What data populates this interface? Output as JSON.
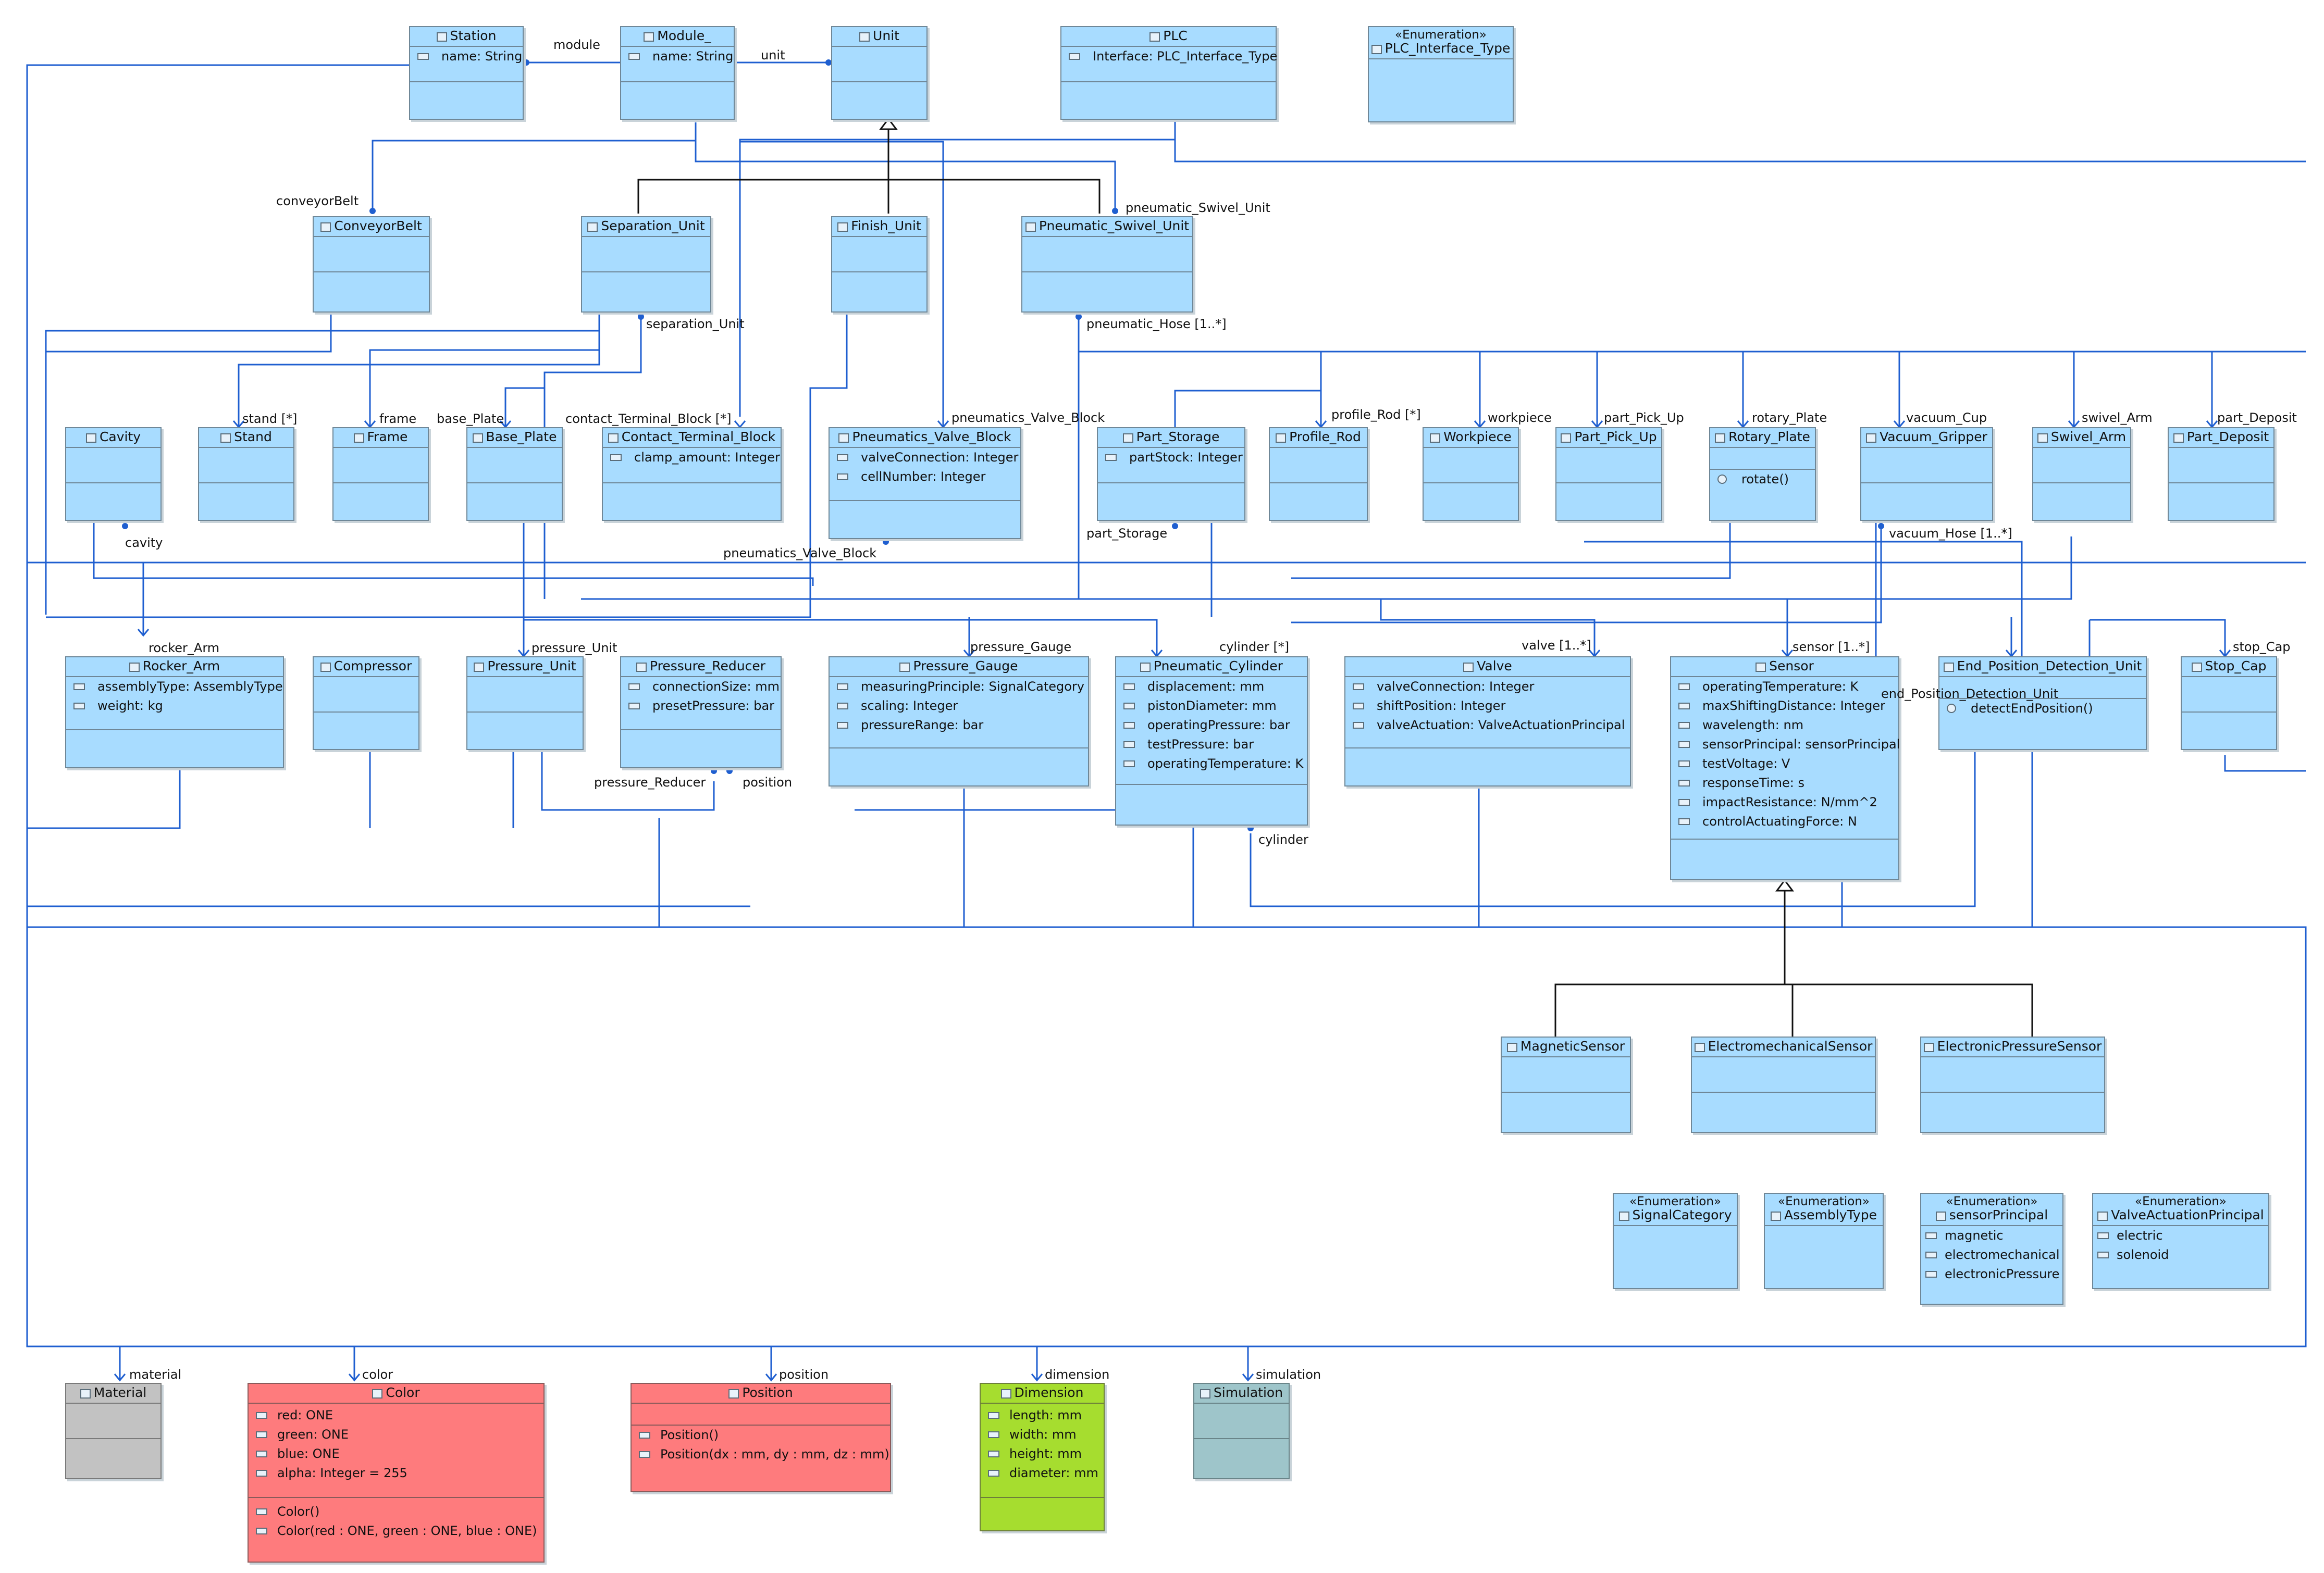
{
  "classes": {
    "station": {
      "name": "Station",
      "attrs": [
        "name: String"
      ]
    },
    "module": {
      "name": "Module_",
      "attrs": [
        "name: String"
      ]
    },
    "unit": {
      "name": "Unit"
    },
    "plc": {
      "name": "PLC",
      "attrs": [
        "Interface: PLC_Interface_Type"
      ]
    },
    "plc_interface_type": {
      "stereotype": "«Enumeration»",
      "name": "PLC_Interface_Type"
    },
    "conveyorbelt": {
      "name": "ConveyorBelt"
    },
    "separation_unit": {
      "name": "Separation_Unit"
    },
    "finish_unit": {
      "name": "Finish_Unit"
    },
    "pneumatic_swivel_unit": {
      "name": "Pneumatic_Swivel_Unit"
    },
    "cavity": {
      "name": "Cavity"
    },
    "stand": {
      "name": "Stand"
    },
    "frame": {
      "name": "Frame"
    },
    "base_plate": {
      "name": "Base_Plate"
    },
    "contact_terminal_block": {
      "name": "Contact_Terminal_Block",
      "attrs": [
        "clamp_amount: Integer"
      ]
    },
    "pneumatics_valve_block": {
      "name": "Pneumatics_Valve_Block",
      "attrs": [
        "valveConnection: Integer",
        "cellNumber: Integer"
      ]
    },
    "part_storage": {
      "name": "Part_Storage",
      "attrs": [
        "partStock: Integer"
      ]
    },
    "profile_rod": {
      "name": "Profile_Rod"
    },
    "workpiece": {
      "name": "Workpiece"
    },
    "part_pick_up": {
      "name": "Part_Pick_Up"
    },
    "rotary_plate": {
      "name": "Rotary_Plate",
      "ops": [
        "rotate()"
      ]
    },
    "vacuum_gripper": {
      "name": "Vacuum_Gripper"
    },
    "swivel_arm": {
      "name": "Swivel_Arm"
    },
    "part_deposit": {
      "name": "Part_Deposit"
    },
    "rocker_arm": {
      "name": "Rocker_Arm",
      "attrs": [
        "assemblyType: AssemblyType",
        "weight: kg"
      ]
    },
    "compressor": {
      "name": "Compressor"
    },
    "pressure_unit": {
      "name": "Pressure_Unit"
    },
    "pressure_reducer": {
      "name": "Pressure_Reducer",
      "attrs": [
        "connectionSize: mm",
        "presetPressure: bar"
      ]
    },
    "pressure_gauge": {
      "name": "Pressure_Gauge",
      "attrs": [
        "measuringPrinciple: SignalCategory",
        "scaling: Integer",
        "pressureRange: bar"
      ]
    },
    "pneumatic_cylinder": {
      "name": "Pneumatic_Cylinder",
      "attrs": [
        "displacement: mm",
        "pistonDiameter: mm",
        "operatingPressure: bar",
        "testPressure: bar",
        "operatingTemperature: K"
      ]
    },
    "valve": {
      "name": "Valve",
      "attrs": [
        "valveConnection: Integer",
        "shiftPosition: Integer",
        "valveActuation: ValveActuationPrincipal"
      ]
    },
    "sensor": {
      "name": "Sensor",
      "attrs": [
        "operatingTemperature: K",
        "maxShiftingDistance: Integer",
        "wavelength: nm",
        "sensorPrincipal: sensorPrincipal",
        "testVoltage: V",
        "responseTime: s",
        "impactResistance: N/mm^2",
        "controlActuatingForce: N"
      ]
    },
    "end_position_detection_unit": {
      "name": "End_Position_Detection_Unit",
      "ops": [
        "detectEndPosition()"
      ]
    },
    "stop_cap": {
      "name": "Stop_Cap"
    },
    "magneticsensor": {
      "name": "MagneticSensor"
    },
    "electromechanicalsensor": {
      "name": "ElectromechanicalSensor"
    },
    "electronicpressuresensor": {
      "name": "ElectronicPressureSensor"
    },
    "signalcategory": {
      "stereotype": "«Enumeration»",
      "name": "SignalCategory"
    },
    "assemblytype": {
      "stereotype": "«Enumeration»",
      "name": "AssemblyType"
    },
    "sensorprincipal": {
      "stereotype": "«Enumeration»",
      "name": "sensorPrincipal",
      "literals": [
        "magnetic",
        "electromechanical",
        "electronicPressure"
      ]
    },
    "valveactuationprincipal": {
      "stereotype": "«Enumeration»",
      "name": "ValveActuationPrincipal",
      "literals": [
        "electric",
        "solenoid"
      ]
    },
    "material": {
      "name": "Material"
    },
    "color": {
      "name": "Color",
      "attrs": [
        "red: ONE",
        "green: ONE",
        "blue: ONE",
        "alpha: Integer = 255"
      ],
      "ops": [
        "Color()",
        "Color(red : ONE, green : ONE, blue : ONE)"
      ]
    },
    "position": {
      "name": "Position",
      "ops": [
        "Position()",
        "Position(dx : mm, dy : mm, dz : mm)"
      ]
    },
    "dimension": {
      "name": "Dimension",
      "attrs": [
        "length: mm",
        "width: mm",
        "height: mm",
        "diameter: mm"
      ]
    },
    "simulation": {
      "name": "Simulation"
    }
  },
  "labels": {
    "module": "module",
    "unit": "unit",
    "conveyorBelt": "conveyorBelt",
    "pneumatic_Swivel_Unit": "pneumatic_Swivel_Unit",
    "separation_Unit": "separation_Unit",
    "pneumatic_Hose": "pneumatic_Hose [1..*]",
    "stand": "stand [*]",
    "frame": "frame",
    "base_Plate": "base_Plate",
    "contact_Terminal_Block": "contact_Terminal_Block [*]",
    "pneumatics_Valve_Block_top": "pneumatics_Valve_Block",
    "profile_Rod": "profile_Rod [*]",
    "workpiece": "workpiece",
    "part_Pick_Up": "part_Pick_Up",
    "rotary_Plate": "rotary_Plate",
    "vacuum_Cup": "vacuum_Cup",
    "swivel_Arm": "swivel_Arm",
    "part_Deposit": "part_Deposit",
    "cavity": "cavity",
    "part_Storage": "part_Storage",
    "vacuum_Hose": "vacuum_Hose [1..*]",
    "pneumatics_Valve_Block_bottom": "pneumatics_Valve_Block",
    "rocker_Arm": "rocker_Arm",
    "pressure_Unit": "pressure_Unit",
    "pressure_Gauge": "pressure_Gauge",
    "cylinder_many": "cylinder [*]",
    "valve": "valve [1..*]",
    "sensor": "sensor [1..*]",
    "stop_Cap": "stop_Cap",
    "end_Position_Detection_Unit": "end_Position_Detection_Unit",
    "pressure_Reducer": "pressure_Reducer",
    "position_mid": "position",
    "cylinder": "cylinder",
    "material": "material",
    "color": "color",
    "position": "position",
    "dimension": "dimension",
    "simulation": "simulation"
  },
  "colors": {
    "wire": "#1f5fd0",
    "class_fill": "#a8dcff",
    "color_class": "#fe7b7d",
    "dimension_class": "#a6dd2f",
    "material_class": "#c2c2c2",
    "simulation_class": "#9ec5ca"
  }
}
